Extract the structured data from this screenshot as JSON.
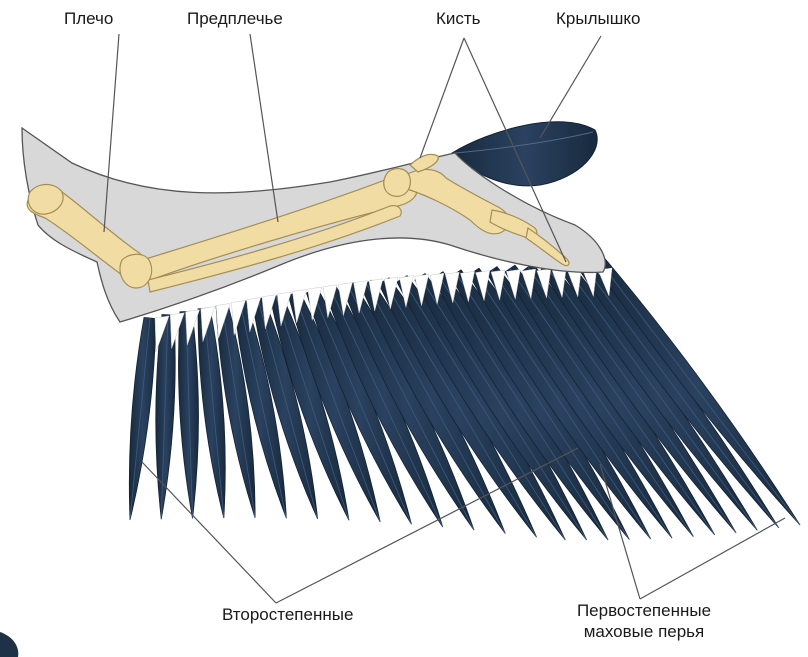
{
  "labels": {
    "humerus": "Плечо",
    "forearm": "Предплечье",
    "hand": "Кисть",
    "alula": "Крылышко",
    "secondaries": "Второстепенные",
    "primaries_line1": "Первостепенные",
    "primaries_line2": "маховые перья"
  },
  "colors": {
    "feather": "#1f3147",
    "feather_edge": "#2e4a66",
    "covert_white": "#ffffff",
    "membrane": "#d8d8d8",
    "membrane_edge": "#555555",
    "bone": "#f1dca3",
    "bone_edge": "#a48e54",
    "leader_line": "#555555"
  }
}
